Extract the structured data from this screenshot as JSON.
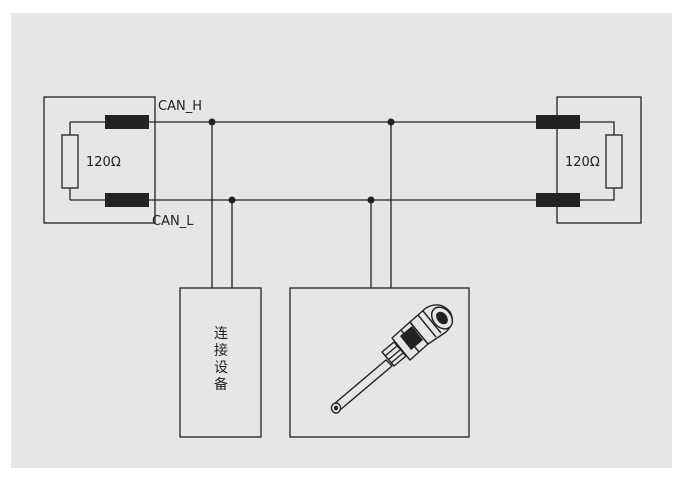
{
  "diagram": {
    "can_h_label": "CAN_H",
    "can_l_label": "CAN_L",
    "left_terminator": {
      "resistor_label": "120Ω"
    },
    "right_terminator": {
      "resistor_label": "120Ω"
    },
    "connected_device": {
      "label_chars": [
        "连",
        "接",
        "设",
        "备"
      ]
    },
    "sensor_device": {
      "icon": "sensor-probe-icon"
    },
    "colors": {
      "background": "#e6e6e6",
      "stroke": "#222222",
      "box_fill": "#e6e6e6"
    }
  }
}
